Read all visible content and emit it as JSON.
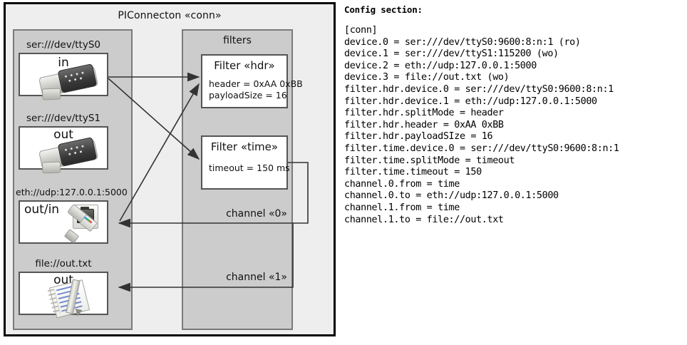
{
  "diagram": {
    "title": "PIConnecton «conn»",
    "devices_panel": {
      "title": "",
      "devices": [
        {
          "label": "ser:///dev/ttyS0",
          "direction": "in",
          "icon": "serial-db9-icon"
        },
        {
          "label": "ser:///dev/ttyS1",
          "direction": "out",
          "icon": "serial-db9-icon"
        },
        {
          "label": "eth://udp:127.0.0.1:5000",
          "direction": "out/in",
          "icon": "ethernet-icon"
        },
        {
          "label": "file://out.txt",
          "direction": "out",
          "icon": "file-notepad-icon"
        }
      ]
    },
    "filters_panel": {
      "title": "filters",
      "filters": [
        {
          "title": "Filter «hdr»",
          "props": [
            "header = 0xAA 0xBB",
            "payloadSize = 16"
          ]
        },
        {
          "title": "Filter «time»",
          "props": [
            "timeout = 150 ms"
          ]
        }
      ]
    },
    "channels": [
      {
        "label": "channel «0»"
      },
      {
        "label": "channel «1»"
      }
    ],
    "colors": {
      "outer_border": "#000000",
      "outer_fill": "#eeeeee",
      "panel_fill": "#cccccc",
      "panel_border": "#7a7a7a",
      "card_fill": "#ffffff",
      "card_border": "#555555",
      "wire": "#333333"
    }
  },
  "config": {
    "heading": "Config section:",
    "lines": "[conn]\ndevice.0 = ser:///dev/ttyS0:9600:8:n:1 (ro)\ndevice.1 = ser:///dev/ttyS1:115200 (wo)\ndevice.2 = eth://udp:127.0.0.1:5000\ndevice.3 = file://out.txt (wo)\nfilter.hdr.device.0 = ser:///dev/ttyS0:9600:8:n:1\nfilter.hdr.device.1 = eth://udp:127.0.0.1:5000\nfilter.hdr.splitMode = header\nfilter.hdr.header = 0xAA 0xBB\nfilter.hdr.payloadSIze = 16\nfilter.time.device.0 = ser:///dev/ttyS0:9600:8:n:1\nfilter.time.splitMode = timeout\nfilter.time.timeout = 150\nchannel.0.from = time\nchannel.0.to = eth://udp:127.0.0.1:5000\nchannel.1.from = time\nchannel.1.to = file://out.txt"
  }
}
